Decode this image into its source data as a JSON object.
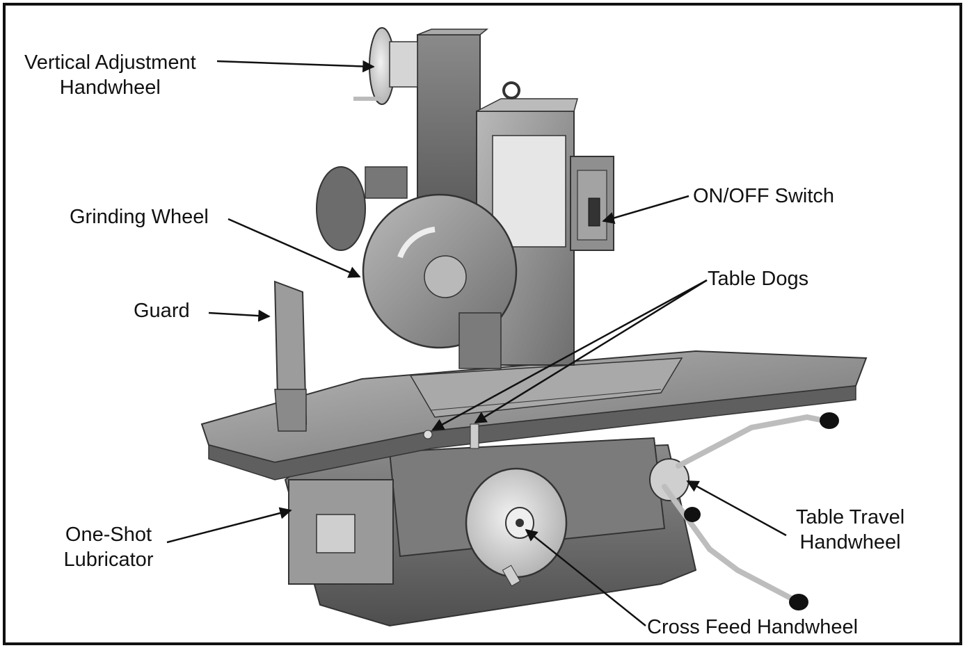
{
  "labels": {
    "vertical_adjustment": [
      "Vertical Adjustment",
      "Handwheel"
    ],
    "grinding_wheel": "Grinding Wheel",
    "guard": "Guard",
    "one_shot": [
      "One-Shot",
      "Lubricator"
    ],
    "on_off": "ON/OFF Switch",
    "table_dogs": "Table Dogs",
    "table_travel": [
      "Table Travel",
      "Handwheel"
    ],
    "cross_feed": "Cross Feed Handwheel"
  }
}
